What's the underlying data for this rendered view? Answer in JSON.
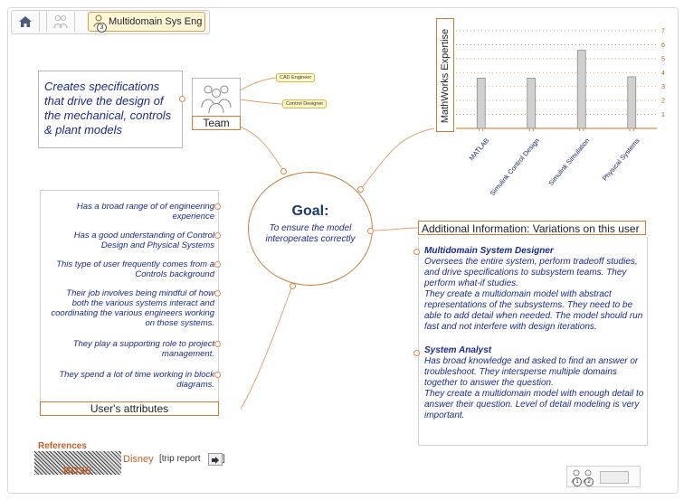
{
  "header": {
    "breadcrumb_label": "Multidomain Sys Eng",
    "breadcrumb_badge": "3"
  },
  "description": "Creates specifications that drive the design of the mechanical, controls & plant models",
  "team": {
    "label": "Team",
    "roles": [
      "CAD Engineer",
      "Control Designer"
    ]
  },
  "goal": {
    "title": "Goal:",
    "text": "To ensure the model interoperates correctly"
  },
  "attributes": {
    "title": "User's attributes",
    "items": [
      "Has a broad range of of engineering experience",
      "Has a good understanding of Control Design and Physical Systems",
      "This type of user frequently comes from a Controls background",
      "Their job involves being mindful of how both the various systems interact and coordinating the various engineers working on those systems.",
      "They play a supporting role to project management.",
      "They spend a lot of time working in block diagrams."
    ]
  },
  "additional": {
    "title": "Additional Information: Variations on this user",
    "sections": [
      {
        "heading": "Multidomain System Designer",
        "paragraphs": [
          "Oversees the entire system, perform tradeoff studies, and drive specifications to subsystem teams. They perform what-if studies.",
          "They create a multidomain model with abstract representations of the subsystems. They need to be able to add detail when needed. The model should run fast and not interfere with design iterations."
        ]
      },
      {
        "heading": "System Analyst",
        "paragraphs": [
          "Has broad knowledge and asked to find an answer or troubleshoot. They intersperse multiple domains together to answer the question.",
          "They create a multidomain model with enough detail to answer their question. Level of detail modeling is very important."
        ]
      }
    ]
  },
  "references": {
    "title": "References",
    "links": [
      "Disney",
      "BOSE"
    ],
    "trip_report": "[trip report",
    "trip_report_end": "]"
  },
  "footer": {
    "badges": [
      "1",
      "2"
    ]
  },
  "chart_data": {
    "type": "bar",
    "ylabel": "MathWorks Expertise",
    "categories": [
      "MATLAB",
      "Simulink Control Design",
      "Simulink Simulation",
      "Physical Systems"
    ],
    "values": [
      3.6,
      3.6,
      5.6,
      3.7
    ],
    "ylim": [
      0,
      7
    ],
    "yticks": [
      "1",
      "2",
      "3",
      "4",
      "5",
      "6",
      "7"
    ],
    "grid": true,
    "colors": {
      "bar": "#d0d0d0",
      "axis": "#e08a4a",
      "grid": "#e08a4a"
    }
  }
}
